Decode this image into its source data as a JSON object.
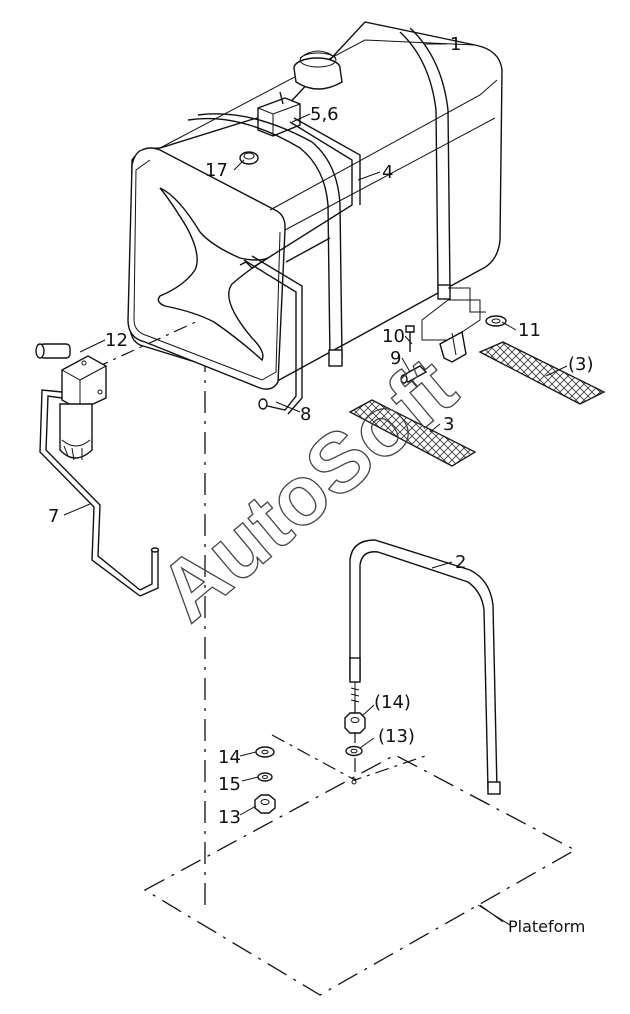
{
  "labels": {
    "p1": "1",
    "p2": "2",
    "p3a": "(3)",
    "p3b": "3",
    "p4": "4",
    "p56": "5,6",
    "p7": "7",
    "p8": "8",
    "p9": "9",
    "p10": "10",
    "p11": "11",
    "p12": "12",
    "p13a": "(13)",
    "p13b": "13",
    "p14a": "(14)",
    "p14b": "14",
    "p15": "15",
    "p17": "17",
    "platform": "Plateform"
  },
  "watermark": "AutoSoft",
  "colors": {
    "line": "#111111",
    "background": "#ffffff",
    "hatch": "#333333"
  }
}
